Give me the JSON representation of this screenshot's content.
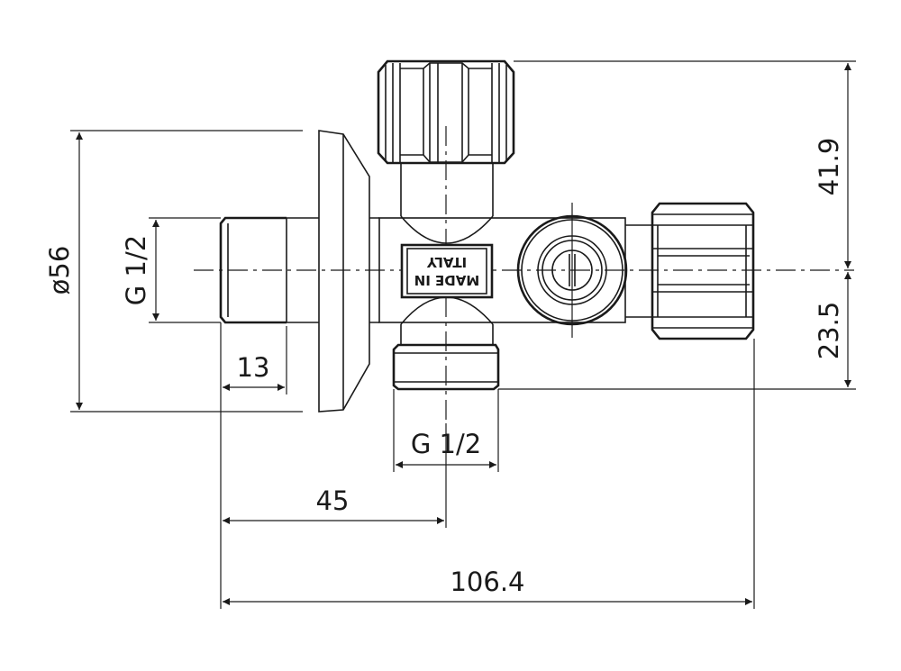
{
  "dimensions": {
    "flange_diameter": "ø56",
    "inlet_thread": "G 1/2",
    "inlet_thread_length": "13",
    "outlet_thread": "G 1/2",
    "inlet_to_outlet_axis": "45",
    "overall_length": "106.4",
    "knob_height_above_axis": "41.9",
    "outlet_depth_below_axis": "23.5"
  },
  "marking": {
    "line1": "MADE IN",
    "line2": "ITALY"
  }
}
